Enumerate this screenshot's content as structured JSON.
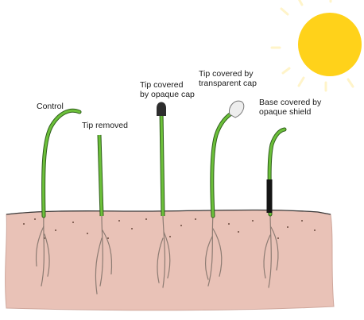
{
  "labels": {
    "control": [
      "Control"
    ],
    "tip_removed": [
      "Tip removed"
    ],
    "opaque_cap": [
      "Tip covered",
      "by opaque cap"
    ],
    "transparent_cap": [
      "Tip covered by",
      "transparent cap"
    ],
    "base_shield": [
      "Base covered by",
      "opaque shield"
    ]
  },
  "colors": {
    "sun": "#ffd21a",
    "stem": "#6cc03a",
    "soil": "#e9c2b7",
    "opaque_cap": "#2d2d2d",
    "transparent_cap": "#eeeeee",
    "shield": "#151515"
  }
}
